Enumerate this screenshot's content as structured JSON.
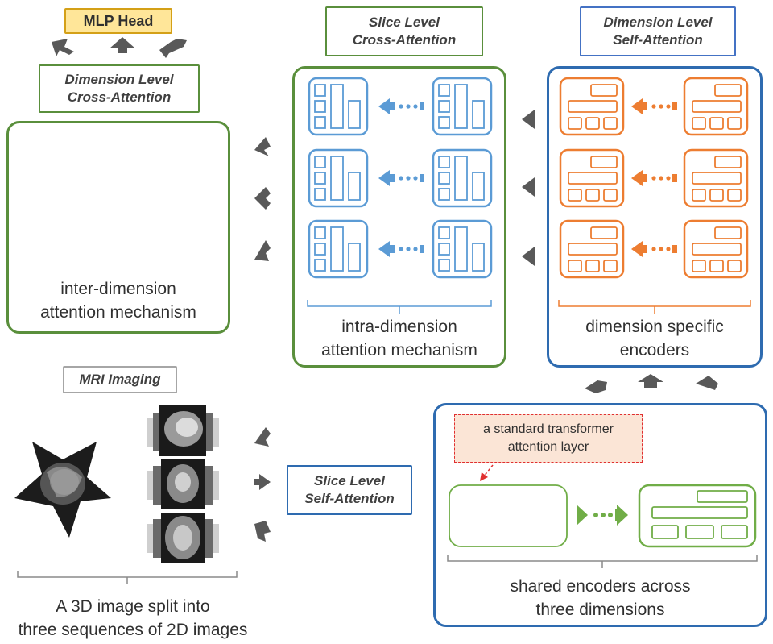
{
  "labels": {
    "mlp_head": "MLP Head",
    "dim_cross_1": "Dimension Level",
    "dim_cross_2": "Cross-Attention",
    "slice_cross_1": "Slice Level",
    "slice_cross_2": "Cross-Attention",
    "dim_self_1": "Dimension Level",
    "dim_self_2": "Self-Attention",
    "mri": "MRI Imaging",
    "slice_self_1": "Slice Level",
    "slice_self_2": "Self-Attention",
    "std_layer_1": "a standard transformer",
    "std_layer_2": "attention layer"
  },
  "captions": {
    "inter_1": "inter-dimension",
    "inter_2": "attention mechanism",
    "intra_1": "intra-dimension",
    "intra_2": "attention mechanism",
    "dimspec_1": "dimension specific",
    "dimspec_2": "encoders",
    "shared_1": "shared encoders across",
    "shared_2": "three dimensions",
    "split_1": "A 3D image split into",
    "split_2": "three sequences of 2D images"
  },
  "colors": {
    "green": "#5a8f3c",
    "blue_dark": "#2e6bb0",
    "blue_light": "#5b9bd5",
    "red": "#c0262d",
    "orange": "#ed7d31",
    "gray": "#8a8a8a",
    "arrow_gray": "#595959",
    "mlp_fill": "#ffe699",
    "mlp_border": "#d4a017"
  }
}
